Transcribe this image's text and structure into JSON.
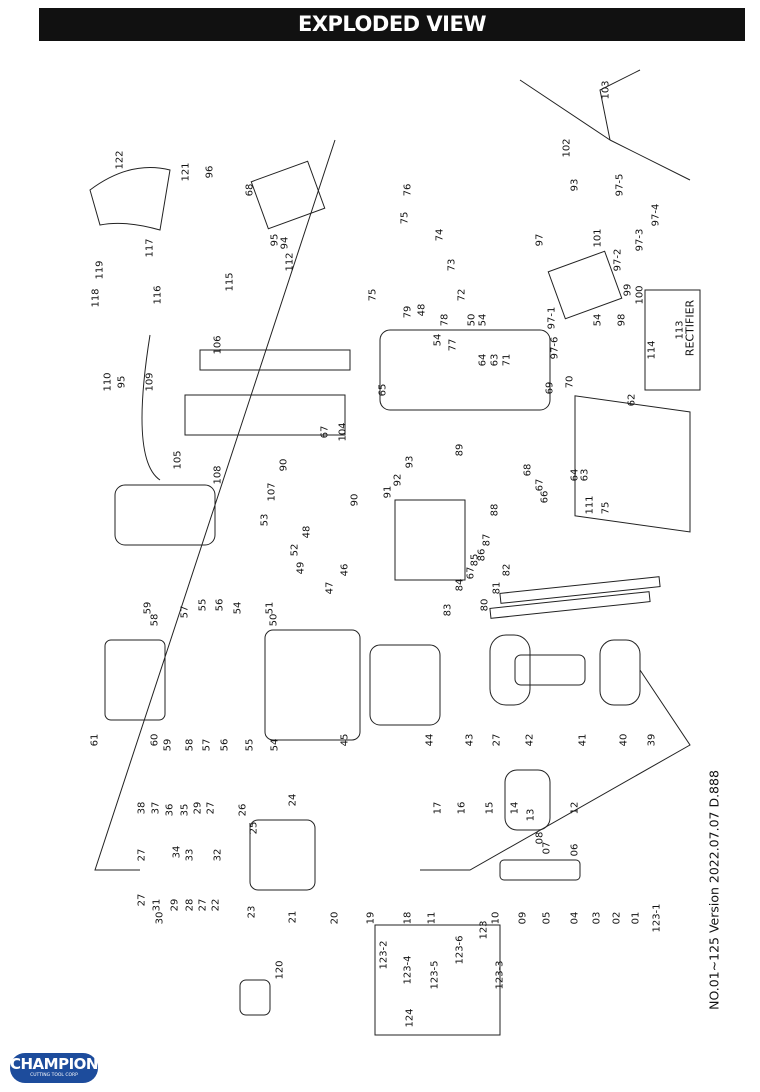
{
  "header": {
    "title": "EXPLODED VIEW"
  },
  "footer": {
    "version": "NO.01~125  Version 2022.07.07 D.888",
    "logo_name": "CHAMPION",
    "logo_sub": "CUTTING TOOL CORP"
  },
  "rectifier_label": "RECTIFIER",
  "parts": [
    "103",
    "102",
    "93",
    "97-5",
    "97-4",
    "97-3",
    "97-2",
    "101",
    "97",
    "99",
    "100",
    "98",
    "97-1",
    "54",
    "97-6",
    "76",
    "75",
    "74",
    "73",
    "72",
    "75",
    "79",
    "48",
    "78",
    "54",
    "50",
    "54",
    "77",
    "64",
    "63",
    "71",
    "65",
    "70",
    "69",
    "62",
    "119",
    "118",
    "117",
    "116",
    "115",
    "106",
    "110",
    "95",
    "109",
    "105",
    "108",
    "107",
    "90",
    "104",
    "67",
    "93",
    "92",
    "91",
    "90",
    "89",
    "88",
    "87",
    "86",
    "85",
    "67",
    "84",
    "83",
    "68",
    "67",
    "66",
    "64",
    "63",
    "111",
    "75",
    "53",
    "52",
    "48",
    "49",
    "47",
    "46",
    "51",
    "50",
    "82",
    "81",
    "80",
    "59",
    "58",
    "57",
    "55",
    "56",
    "54",
    "61",
    "60",
    "59",
    "58",
    "57",
    "56",
    "55",
    "54",
    "45",
    "44",
    "43",
    "27",
    "42",
    "41",
    "40",
    "39",
    "38",
    "37",
    "36",
    "35",
    "29",
    "27",
    "26",
    "25",
    "24",
    "17",
    "16",
    "15",
    "14",
    "13",
    "12",
    "08",
    "07",
    "06",
    "27",
    "34",
    "33",
    "32",
    "27",
    "31",
    "30",
    "29",
    "28",
    "27",
    "22",
    "23",
    "21",
    "20",
    "19",
    "18",
    "11",
    "10",
    "09",
    "05",
    "04",
    "03",
    "02",
    "01",
    "123-1",
    "123-2",
    "123-4",
    "123-5",
    "123-6",
    "123",
    "123-3",
    "124",
    "120",
    "122",
    "121",
    "96",
    "68",
    "95",
    "94",
    "112",
    "113",
    "114"
  ]
}
